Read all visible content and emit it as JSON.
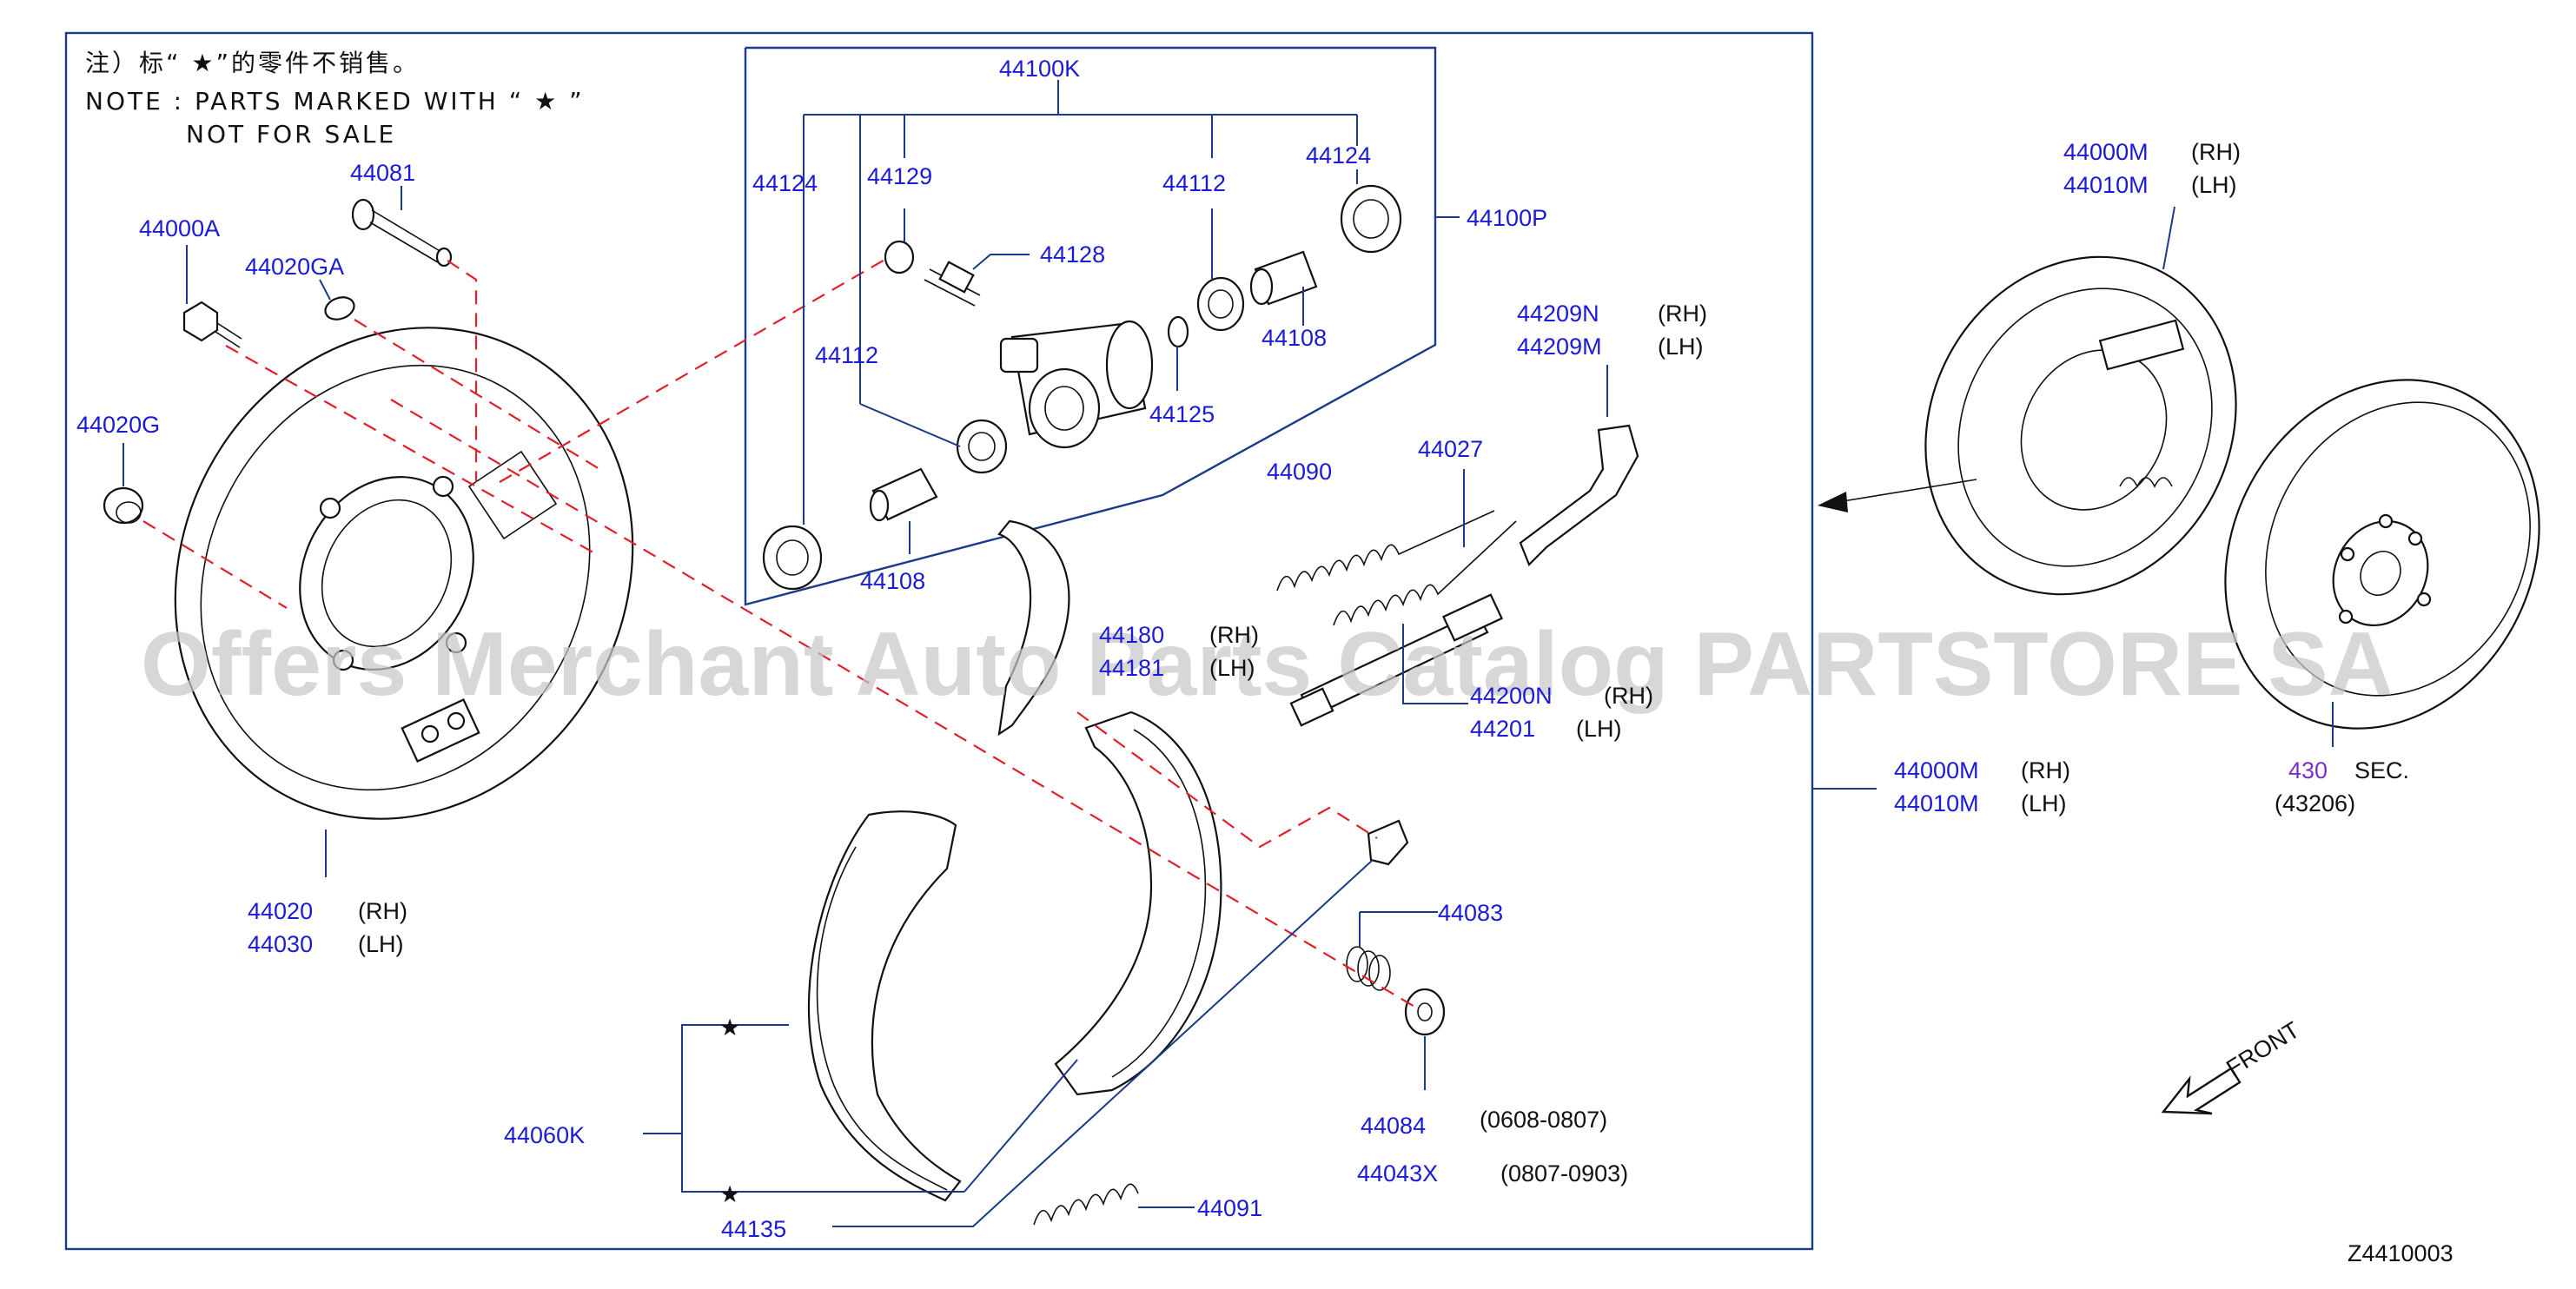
{
  "note": {
    "chinese": "注）标“ ★”的零件不销售。",
    "line1": "NOTE : PARTS  MARKED  WITH “ ★ ”",
    "line2": "NOT  FOR  SALE"
  },
  "watermark": "Offers Merchant Auto Parts Catalog PARTSTORE SA",
  "diagram_code": "Z4410003",
  "front_label": "FRONT",
  "colors": {
    "part_number": "#1a1ad8",
    "frame": "#1a3a8a",
    "leader_dash": "#e0202a",
    "section_ref": "#7a2fc2"
  },
  "labels": {
    "p44100K": "44100K",
    "p44124a": "44124",
    "p44129": "44129",
    "p44112a": "44112",
    "p44124b": "44124",
    "p44128": "44128",
    "p44100P": "44100P",
    "p44112b": "44112",
    "p44108a": "44108",
    "p44125": "44125",
    "p44108b": "44108",
    "p44081": "44081",
    "p44000A": "44000A",
    "p44020GA": "44020GA",
    "p44020G": "44020G",
    "p44020": "44020",
    "p44030": "44030",
    "p44209N": "44209N",
    "p44209M": "44209M",
    "p44090": "44090",
    "p44027": "44027",
    "p44180": "44180",
    "p44181": "44181",
    "p44200N": "44200N",
    "p44201": "44201",
    "p44083": "44083",
    "p44084": "44084",
    "p44043X": "44043X",
    "p44060K": "44060K",
    "p44135": "44135",
    "p44091": "44091",
    "p44000M_in": "44000M",
    "p44010M_in": "44010M",
    "p44000M_out": "44000M",
    "p44010M_out": "44010M",
    "sec_num": "430",
    "sec": "SEC.",
    "sec_ref": "(43206)"
  },
  "qualifiers": {
    "rh": "(RH)",
    "lh": "(LH)",
    "date1": "(0608-0807)",
    "date2": "(0807-0903)",
    "star": "★"
  }
}
